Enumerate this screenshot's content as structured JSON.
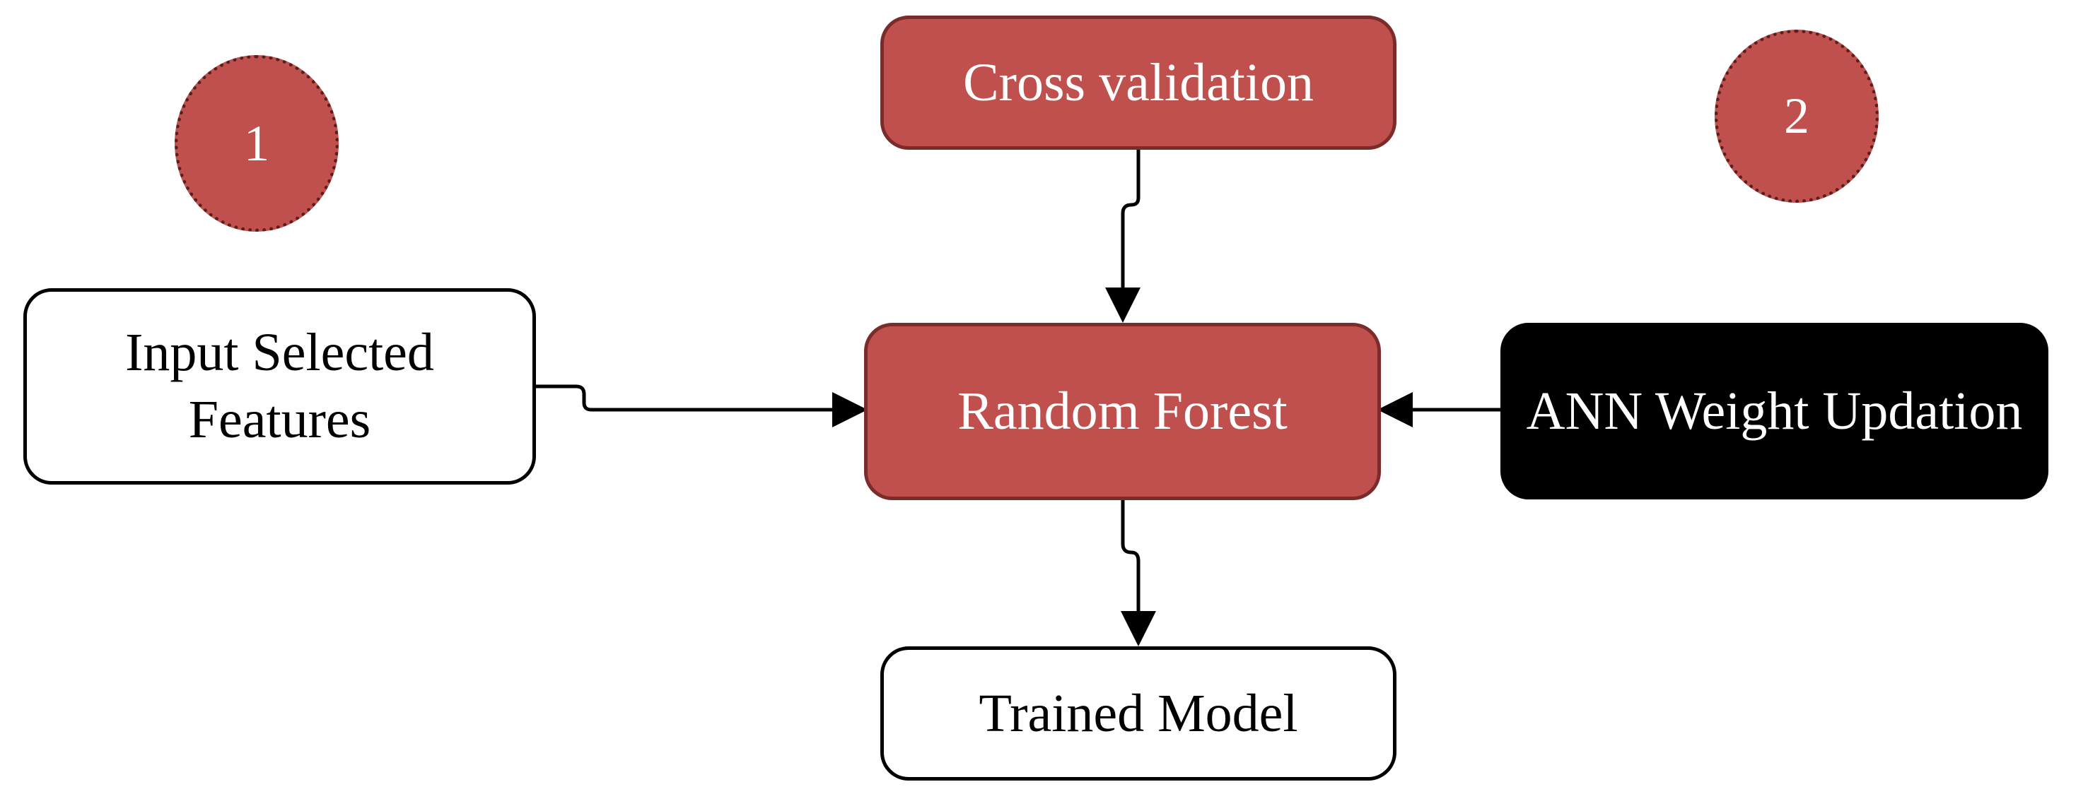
{
  "diagram": {
    "badges": {
      "one": "1",
      "two": "2"
    },
    "nodes": {
      "cross_validation": "Cross validation",
      "random_forest": "Random Forest",
      "input_features": "Input Selected\nFeatures",
      "ann_weight": "ANN Weight Updation",
      "trained_model": "Trained Model"
    },
    "edges": [
      {
        "from": "cross_validation",
        "to": "random_forest"
      },
      {
        "from": "input_features",
        "to": "random_forest"
      },
      {
        "from": "ann_weight",
        "to": "random_forest"
      },
      {
        "from": "random_forest",
        "to": "trained_model"
      }
    ],
    "colors": {
      "accent_red": "#c0504d",
      "dark_box": "#000000",
      "light_box": "#ffffff"
    }
  }
}
